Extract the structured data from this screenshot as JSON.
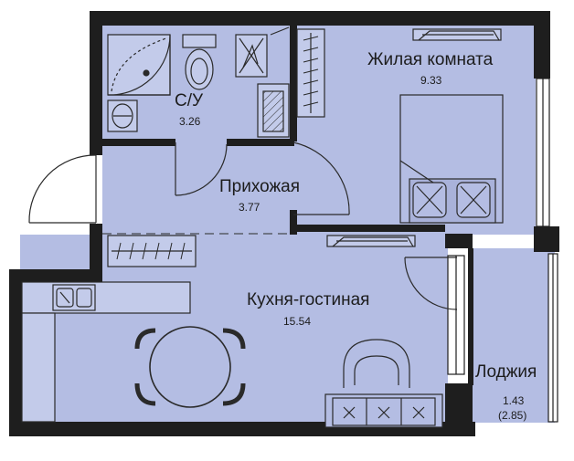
{
  "colors": {
    "wall": "#1e1e1e",
    "floor": "#b4bde3",
    "line": "#2a2a2a",
    "background": "#ffffff"
  },
  "rooms": {
    "bathroom": {
      "name": "С/У",
      "area": "3.26"
    },
    "living_room": {
      "name": "Жилая комната",
      "area": "9.33"
    },
    "hallway": {
      "name": "Прихожая",
      "area": "3.77"
    },
    "kitchen_living": {
      "name": "Кухня-гостиная",
      "area": "15.54"
    },
    "loggia": {
      "name": "Лоджия",
      "area": "1.43",
      "area_total": "(2.85)"
    }
  },
  "furniture": [
    "shower-icon",
    "toilet-icon",
    "sink-icon",
    "washer-icon",
    "boiler-icon",
    "radiator-icon",
    "bed-icon",
    "pillow-icon",
    "wardrobe-icon",
    "kitchen-sink-icon",
    "dining-table-icon",
    "chair-icon",
    "armchair-icon",
    "sofa-icon",
    "door-swing-icon",
    "window-icon"
  ]
}
